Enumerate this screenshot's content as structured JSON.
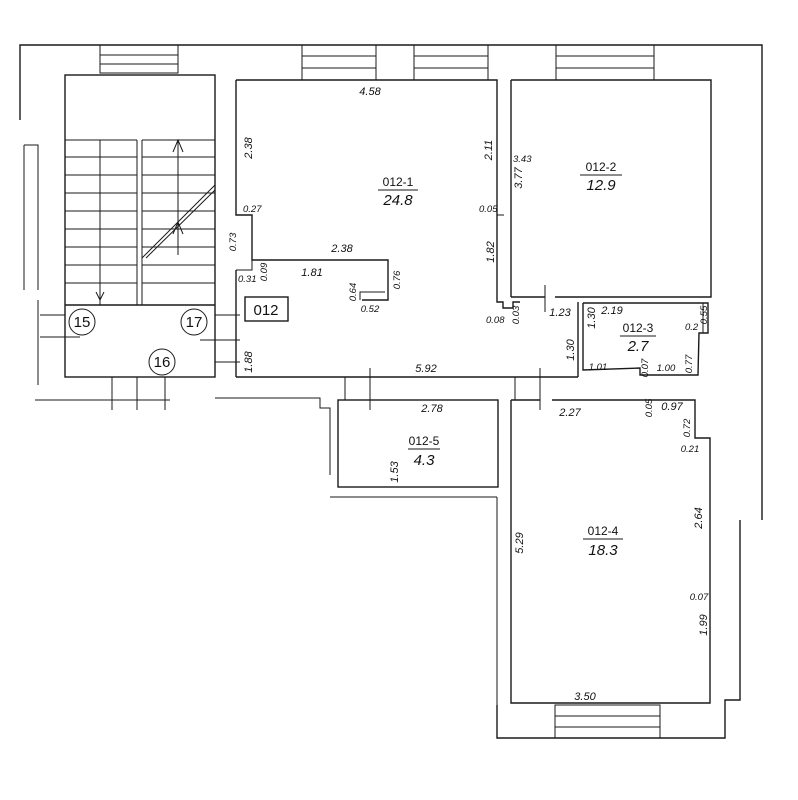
{
  "apartment": {
    "label": "012"
  },
  "stair_markers": [
    "15",
    "16",
    "17"
  ],
  "rooms": [
    {
      "code": "012-1",
      "area": "24.8"
    },
    {
      "code": "012-2",
      "area": "12.9"
    },
    {
      "code": "012-3",
      "area": "2.7"
    },
    {
      "code": "012-4",
      "area": "18.3"
    },
    {
      "code": "012-5",
      "area": "4.3"
    }
  ],
  "dimensions": [
    "4.58",
    "2.38",
    "2.11",
    "0.27",
    "0.73",
    "2.38",
    "0.31",
    "0.09",
    "1.81",
    "0.64",
    "0.76",
    "0.52",
    "1.82",
    "0.05",
    "1.88",
    "5.92",
    "3.43",
    "3.77",
    "0.08",
    "0.03",
    "1.23",
    "1.30",
    "2.19",
    "0.55",
    "0.2",
    "1.30",
    "1.01",
    "0.07",
    "1.00",
    "0.77",
    "2.78",
    "1.53",
    "2.27",
    "0.05",
    "0.97",
    "0.72",
    "0.21",
    "5.29",
    "2.64",
    "0.07",
    "1.99",
    "3.50"
  ]
}
